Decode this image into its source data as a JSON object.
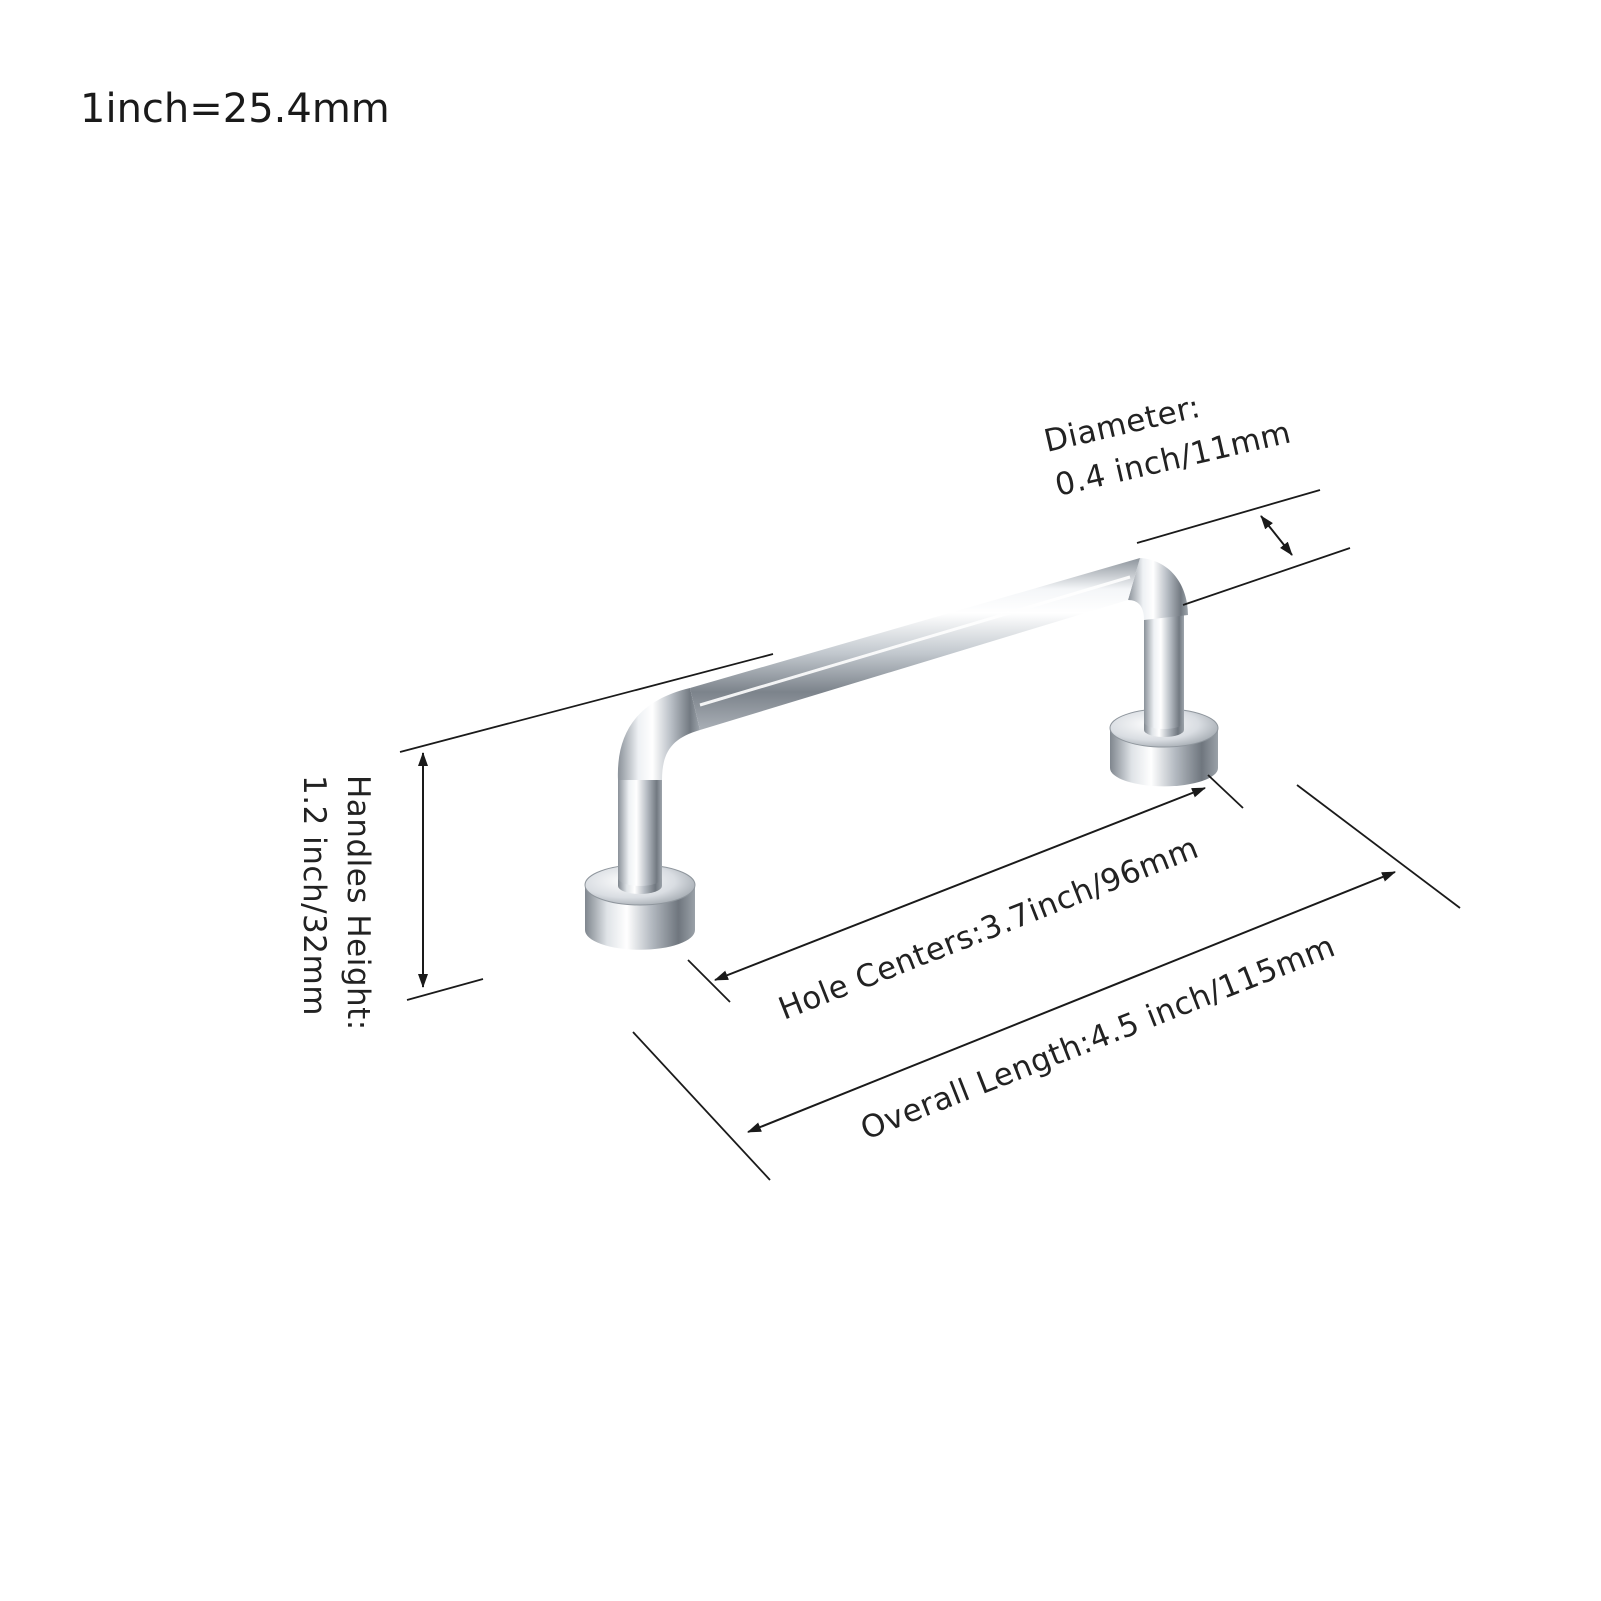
{
  "scale_note": "1inch=25.4mm",
  "dimensions": {
    "diameter_label": "Diameter:",
    "diameter_value": "0.4 inch/11mm",
    "height_label": "Handles Height:",
    "height_value": "1.2 inch/32mm",
    "hole_centers": "Hole Centers:3.7inch/96mm",
    "overall_length": "Overall Length:4.5 inch/115mm"
  },
  "product": {
    "finish": "chrome"
  }
}
